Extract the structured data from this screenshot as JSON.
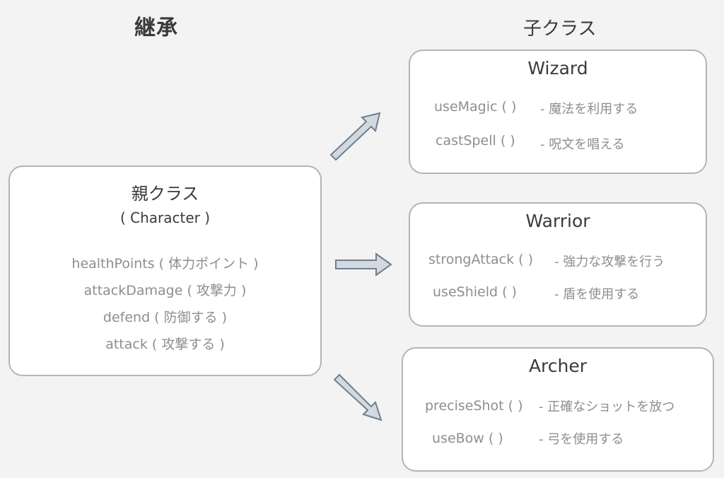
{
  "title": "継承",
  "child_header": "子クラス",
  "parent": {
    "name": "親クラス",
    "subtitle": "( Character )",
    "members": [
      "healthPoints ( 体力ポイント )",
      "attackDamage ( 攻撃力 )",
      "defend ( 防御する )",
      "attack ( 攻撃する )"
    ]
  },
  "children": [
    {
      "name": "Wizard",
      "methods": [
        {
          "name": "useMagic ( )",
          "desc": "- 魔法を利用する"
        },
        {
          "name": "castSpell ( )",
          "desc": "- 呪文を唱える"
        }
      ]
    },
    {
      "name": "Warrior",
      "methods": [
        {
          "name": "strongAttack ( )",
          "desc": "- 強力な攻撃を行う"
        },
        {
          "name": "useShield ( )",
          "desc": "- 盾を使用する"
        }
      ]
    },
    {
      "name": "Archer",
      "methods": [
        {
          "name": "preciseShot ( )",
          "desc": "- 正確なショットを放つ"
        },
        {
          "name": "useBow ( )",
          "desc": "- 弓を使用する"
        }
      ]
    }
  ],
  "colors": {
    "background": "#f3f3f3",
    "box_border": "#b4b4b4",
    "arrow_fill": "#d3d9e0",
    "arrow_stroke": "#6f7f8e",
    "heading_text": "#3a3a3a",
    "member_text": "#8e8e8e"
  }
}
